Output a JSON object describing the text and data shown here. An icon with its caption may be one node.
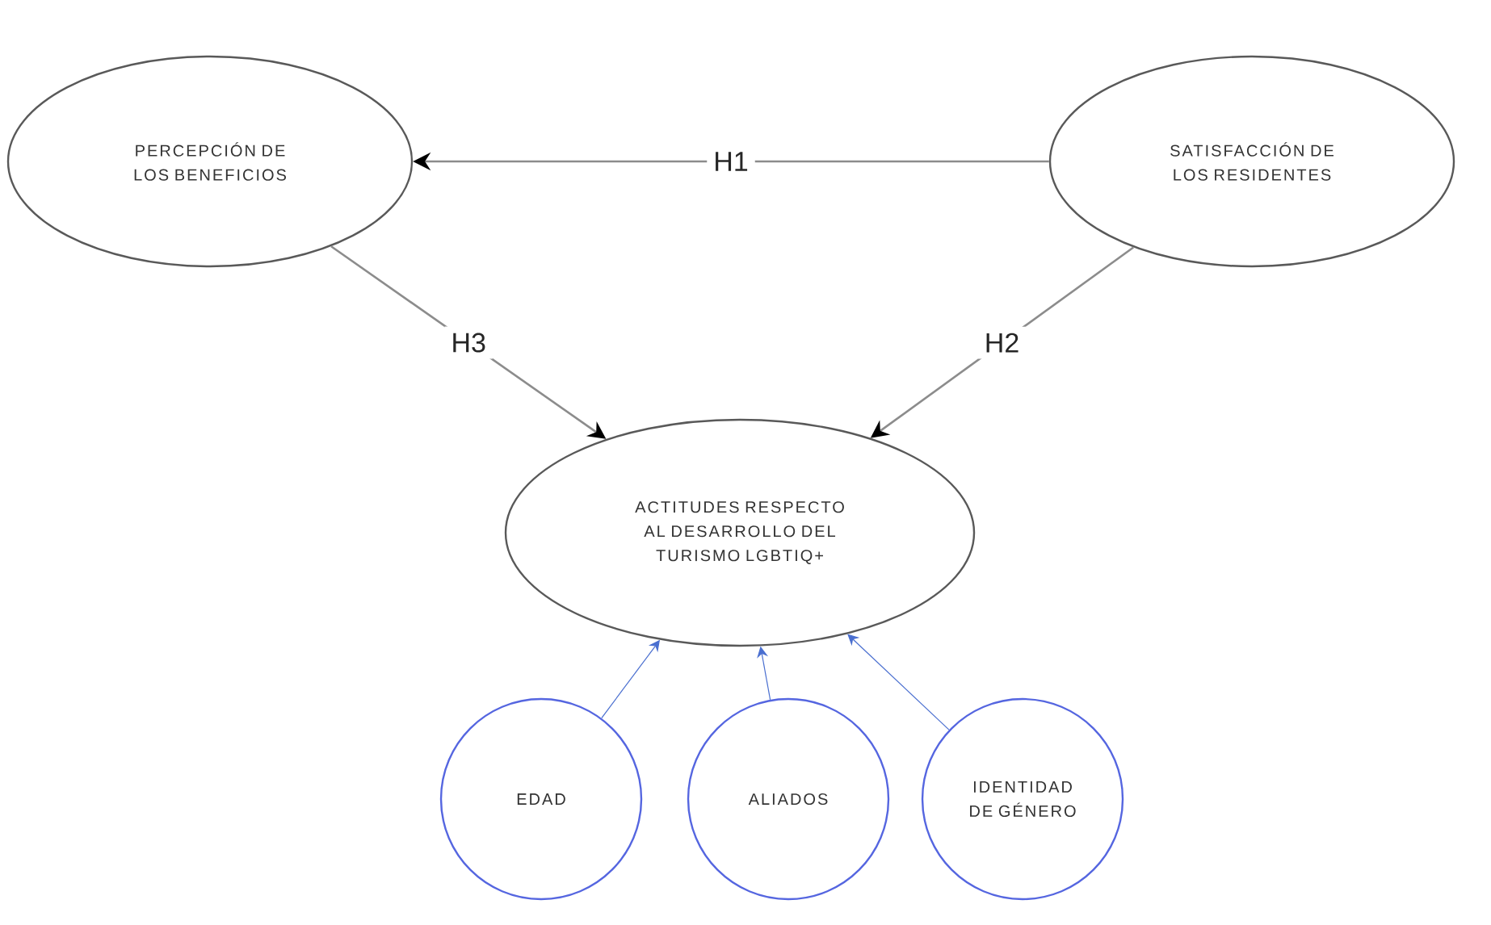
{
  "diagram": {
    "nodes": [
      {
        "text": [
          "PERCEPCIÓN DE LOS BENEFICIOS"
        ]
      },
      {
        "text": [
          "SATISFACCIÓN DE LOS RESIDENTES"
        ]
      },
      {
        "text": [
          "ACTITUDES RESPECTO AL DESARROLLO DEL TURISMO LGBTIQ+"
        ]
      },
      {
        "text": [
          "EDAD"
        ]
      },
      {
        "text": [
          "ALIADOS"
        ]
      },
      {
        "text": [
          "IDENTIDAD DE GÉNERO"
        ]
      }
    ],
    "edges": [
      {
        "from": 1,
        "to": 0,
        "arrow": "to",
        "label": "H1"
      },
      {
        "from": 0,
        "to": 2,
        "arrow": "to",
        "label": "H3"
      },
      {
        "from": 1,
        "to": 2,
        "arrow": "to",
        "label": "H2"
      },
      {
        "from": 3,
        "to": 2,
        "arrow": "to",
        "color": "#4a6fd0"
      },
      {
        "from": 4,
        "to": 2,
        "arrow": "to",
        "color": "#4a6fd0"
      },
      {
        "from": 5,
        "to": 2,
        "arrow": "to",
        "color": "#4a6fd0"
      }
    ]
  }
}
